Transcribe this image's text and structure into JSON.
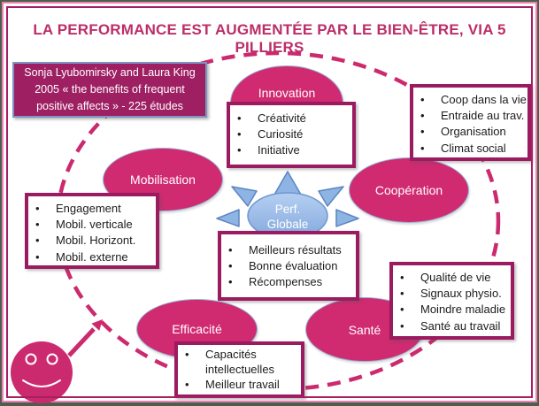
{
  "title": "LA PERFORMANCE EST AUGMENTÉE PAR LE BIEN-ÊTRE, VIA 5 PILLIERS",
  "citation": {
    "text": "Sonja Lyubomirsky and Laura King 2005 « the benefits of frequent positive affects » - 225 études"
  },
  "center_sun": {
    "line1": "Perf.",
    "line2": "Globale"
  },
  "center_box": {
    "items": [
      "Meilleurs résultats",
      "Bonne évaluation",
      "Récompenses"
    ]
  },
  "pillars": [
    {
      "label": "Innovation",
      "items": [
        "Créativité",
        "Curiosité",
        "Initiative"
      ]
    },
    {
      "label": "Coopération",
      "items": [
        "Coop dans la vie",
        "Entraide au trav.",
        "Organisation",
        "Climat social"
      ]
    },
    {
      "label": "Mobilisation",
      "items": [
        "Engagement",
        "Mobil. verticale",
        "Mobil. Horizont.",
        "Mobil. externe"
      ]
    },
    {
      "label": "Efficacité",
      "items": [
        "Capacités intellectuelles",
        "Meilleur travail"
      ]
    },
    {
      "label": "Santé",
      "items": [
        "Qualité de vie",
        "Signaux physio.",
        "Moindre maladie",
        "Santé au travail"
      ]
    }
  ],
  "bullet": "•",
  "icons": {
    "smiley": "happy-face-icon",
    "arrow": "arrow-up-right-icon",
    "sun": "sun-rays-icon"
  },
  "colors": {
    "pink_ellipse": "#d02a70",
    "dashed_line": "#cc2a6e",
    "box_border": "#9b1b61",
    "citation_bg": "#9e2063",
    "citation_border": "#7b96c1",
    "title_text": "#bb2e68",
    "ray_blue": "#8db4e3",
    "frame_inner": "#a81e63",
    "frame_outer": "#f07fb4"
  }
}
